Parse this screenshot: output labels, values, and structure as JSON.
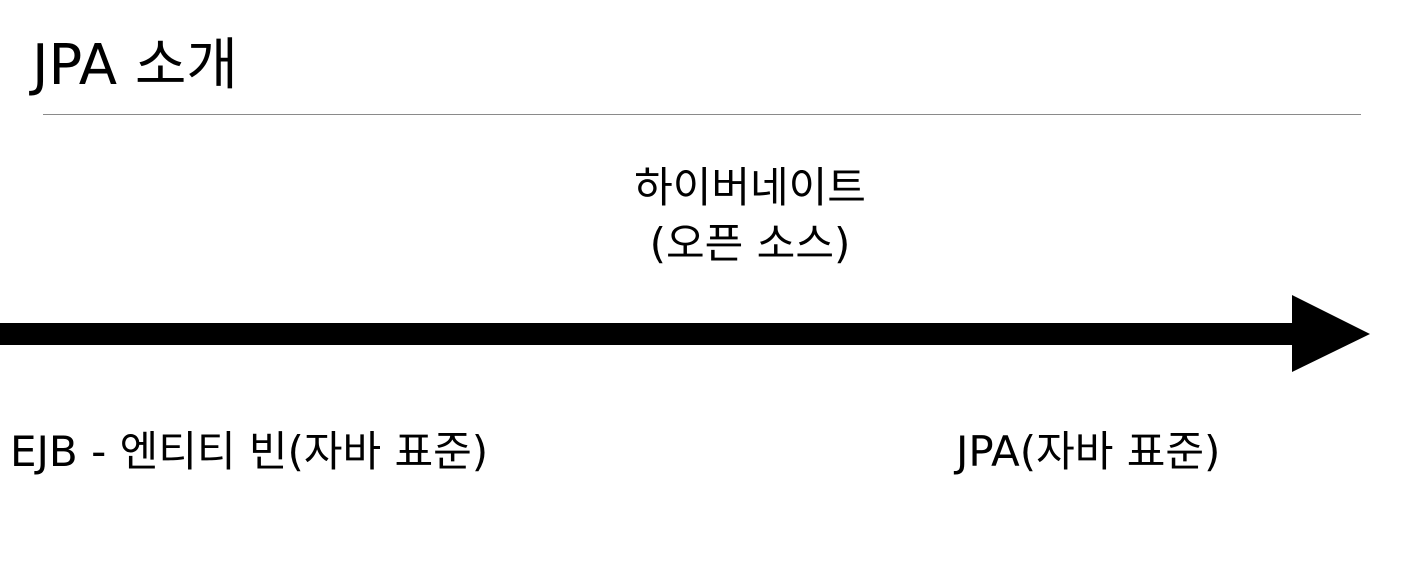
{
  "slide": {
    "title": "JPA 소개"
  },
  "timeline": {
    "middle_label_line1": "하이버네이트",
    "middle_label_line2": "(오픈 소스)",
    "start_label": "EJB - 엔티티 빈(자바 표준)",
    "end_label": "JPA(자바 표준)",
    "arrow_color": "#000000"
  }
}
